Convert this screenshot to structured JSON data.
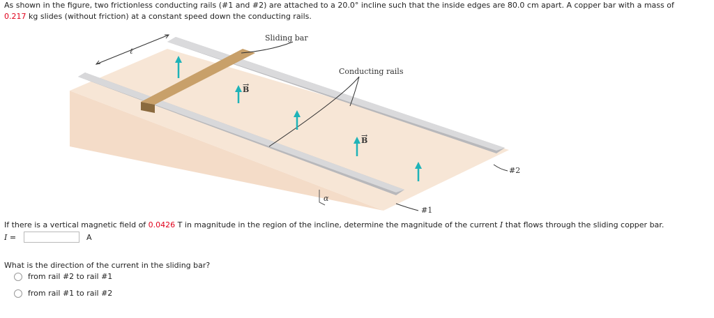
{
  "problem": {
    "intro_part1": "As shown in the figure, two frictionless conducting rails (#1 and #2) are attached to a 20.0° incline such that the inside edges are 80.0 cm apart. A copper bar with a mass of",
    "mass_value": "0.217",
    "intro_part2": " kg slides (without friction) at a constant speed down the conducting rails."
  },
  "figure": {
    "labels": {
      "sliding_bar": "Sliding bar",
      "conducting_rails": "Conducting rails",
      "length": "ℓ",
      "b_field": "B",
      "rail1": "#1",
      "rail2": "#2",
      "angle": "α"
    },
    "colors": {
      "incline": "#f7e6d6",
      "incline_side": "#f4dcc8",
      "rail": "#b5b5b8",
      "bar": "#c8a06a",
      "arrow": "#1fb3b8"
    }
  },
  "question1": {
    "prefix": "If there is a vertical magnetic field of ",
    "field_value": "0.0426",
    "suffix": " T in magnitude in the region of the incline, determine the magnitude of the current ",
    "current_symbol": "I",
    "end": " that flows through the sliding copper bar."
  },
  "answer": {
    "label": "I =",
    "value": "",
    "unit": "A"
  },
  "question2": {
    "text": "What is the direction of the current in the sliding bar?",
    "options": [
      "from rail #2 to rail #1",
      "from rail #1 to rail #2"
    ]
  }
}
